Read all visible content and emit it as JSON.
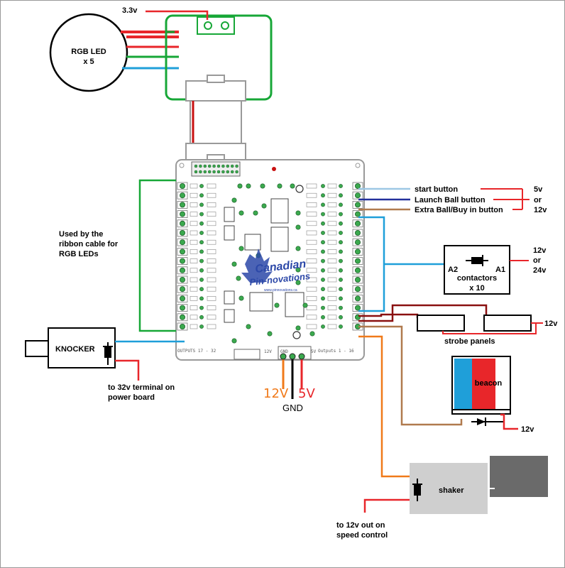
{
  "labels": {
    "v33": "3.3v",
    "rgb_led_1": "RGB LED",
    "rgb_led_2": "x 5",
    "ribbon_1": "Used by the",
    "ribbon_2": "ribbon cable for",
    "ribbon_3": "RGB LEDs",
    "knocker": "KNOCKER",
    "knocker_note_1": "to 32v terminal on",
    "knocker_note_2": "power board",
    "v12_big": "12V",
    "v5_big": "5V",
    "gnd": "GND",
    "start_button": "start button",
    "launch_button": "Launch Ball button",
    "extra_button": "Extra Ball/Buy in button",
    "btn_v5": "5v",
    "btn_or": "or",
    "btn_v12": "12v",
    "a2": "A2",
    "a1": "A1",
    "contactors_1": "contactors",
    "contactors_2": "x 10",
    "cont_v12": "12v",
    "cont_or": "or",
    "cont_v24": "24v",
    "strobe_v12": "12v",
    "strobe": "strobe panels",
    "beacon": "beacon",
    "beacon_v12": "12v",
    "shaker": "shaker",
    "shaker_note_1": "to 12v out on",
    "shaker_note_2": "speed control"
  },
  "board": {
    "logo_1": "Canadian",
    "logo_2": "Pin-novations",
    "logo_url": "www.pinnovations.ca",
    "outputs_left": "OUTPUTS 17 - 32",
    "outputs_right": "Outputs 1 - 16",
    "pwr_12v": "12V",
    "pwr_gnd": "GND",
    "pwr_5v": "5V"
  },
  "colors": {
    "green": "#17a737",
    "red": "#e8262a",
    "blue": "#1f9fd9",
    "orange": "#f07a1a",
    "brown": "#b07a4e",
    "dark_red": "#8a1010",
    "navy": "#23309c",
    "light_blue": "#9dc8e4"
  }
}
